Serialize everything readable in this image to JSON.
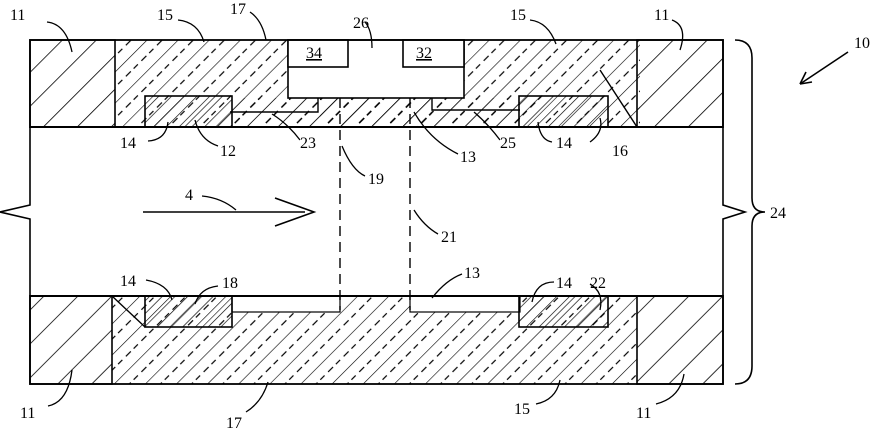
{
  "diagram": {
    "labels": {
      "l11_tl": "11",
      "l15_tl": "15",
      "l17_top": "17",
      "l26": "26",
      "l15_tr": "15",
      "l11_tr": "11",
      "l10": "10",
      "l34": "34",
      "l32": "32",
      "l14_ul": "14",
      "l12": "12",
      "l23": "23",
      "l13_upper": "13",
      "l25": "25",
      "l14_ur": "14",
      "l16": "16",
      "l19": "19",
      "l4": "4",
      "l21": "21",
      "l24": "24",
      "l14_ll": "14",
      "l18": "18",
      "l13_lower": "13",
      "l14_lr": "14",
      "l22": "22",
      "l11_bl": "11",
      "l17_bottom": "17",
      "l15_br": "15",
      "l11_br": "11"
    }
  }
}
